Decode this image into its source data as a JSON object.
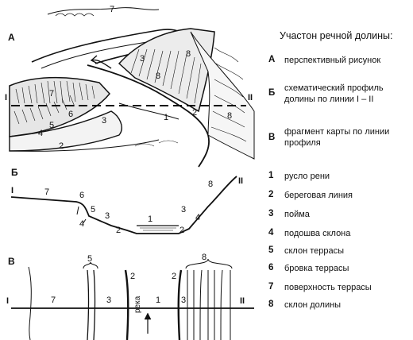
{
  "legend": {
    "title": "Участон речной долины:",
    "sections": [
      {
        "key": "А",
        "text": "перспективный рисунок"
      },
      {
        "key": "Б",
        "text": "схематический профиль долины по линии I – II"
      },
      {
        "key": "В",
        "text": "фрагмент карты по линии профиля"
      }
    ],
    "items": [
      {
        "key": "1",
        "text": "русло рени"
      },
      {
        "key": "2",
        "text": "береговая линия"
      },
      {
        "key": "3",
        "text": "пойма"
      },
      {
        "key": "4",
        "text": "подошва склона"
      },
      {
        "key": "5",
        "text": "склон террасы"
      },
      {
        "key": "6",
        "text": "бровка террасы"
      },
      {
        "key": "7",
        "text": "поверхность террасы"
      },
      {
        "key": "8",
        "text": "склон долины"
      }
    ]
  },
  "diagram": {
    "panel_a": {
      "letter": "А",
      "line_left": "I",
      "line_right": "II",
      "labels": [
        "7",
        "7",
        "6",
        "5",
        "4",
        "3",
        "2",
        "1",
        "3",
        "8",
        "2",
        "8",
        "8"
      ]
    },
    "panel_b": {
      "letter": "Б",
      "line_left": "I",
      "line_right": "II",
      "labels": [
        "7",
        "6",
        "5",
        "4",
        "3",
        "2",
        "1",
        "2",
        "3",
        "4",
        "8"
      ]
    },
    "panel_c": {
      "letter": "В",
      "line_left": "I",
      "line_right": "II",
      "labels": [
        "5",
        "2",
        "7",
        "3",
        "1",
        "2",
        "3",
        "8"
      ],
      "river_label": "река"
    }
  }
}
